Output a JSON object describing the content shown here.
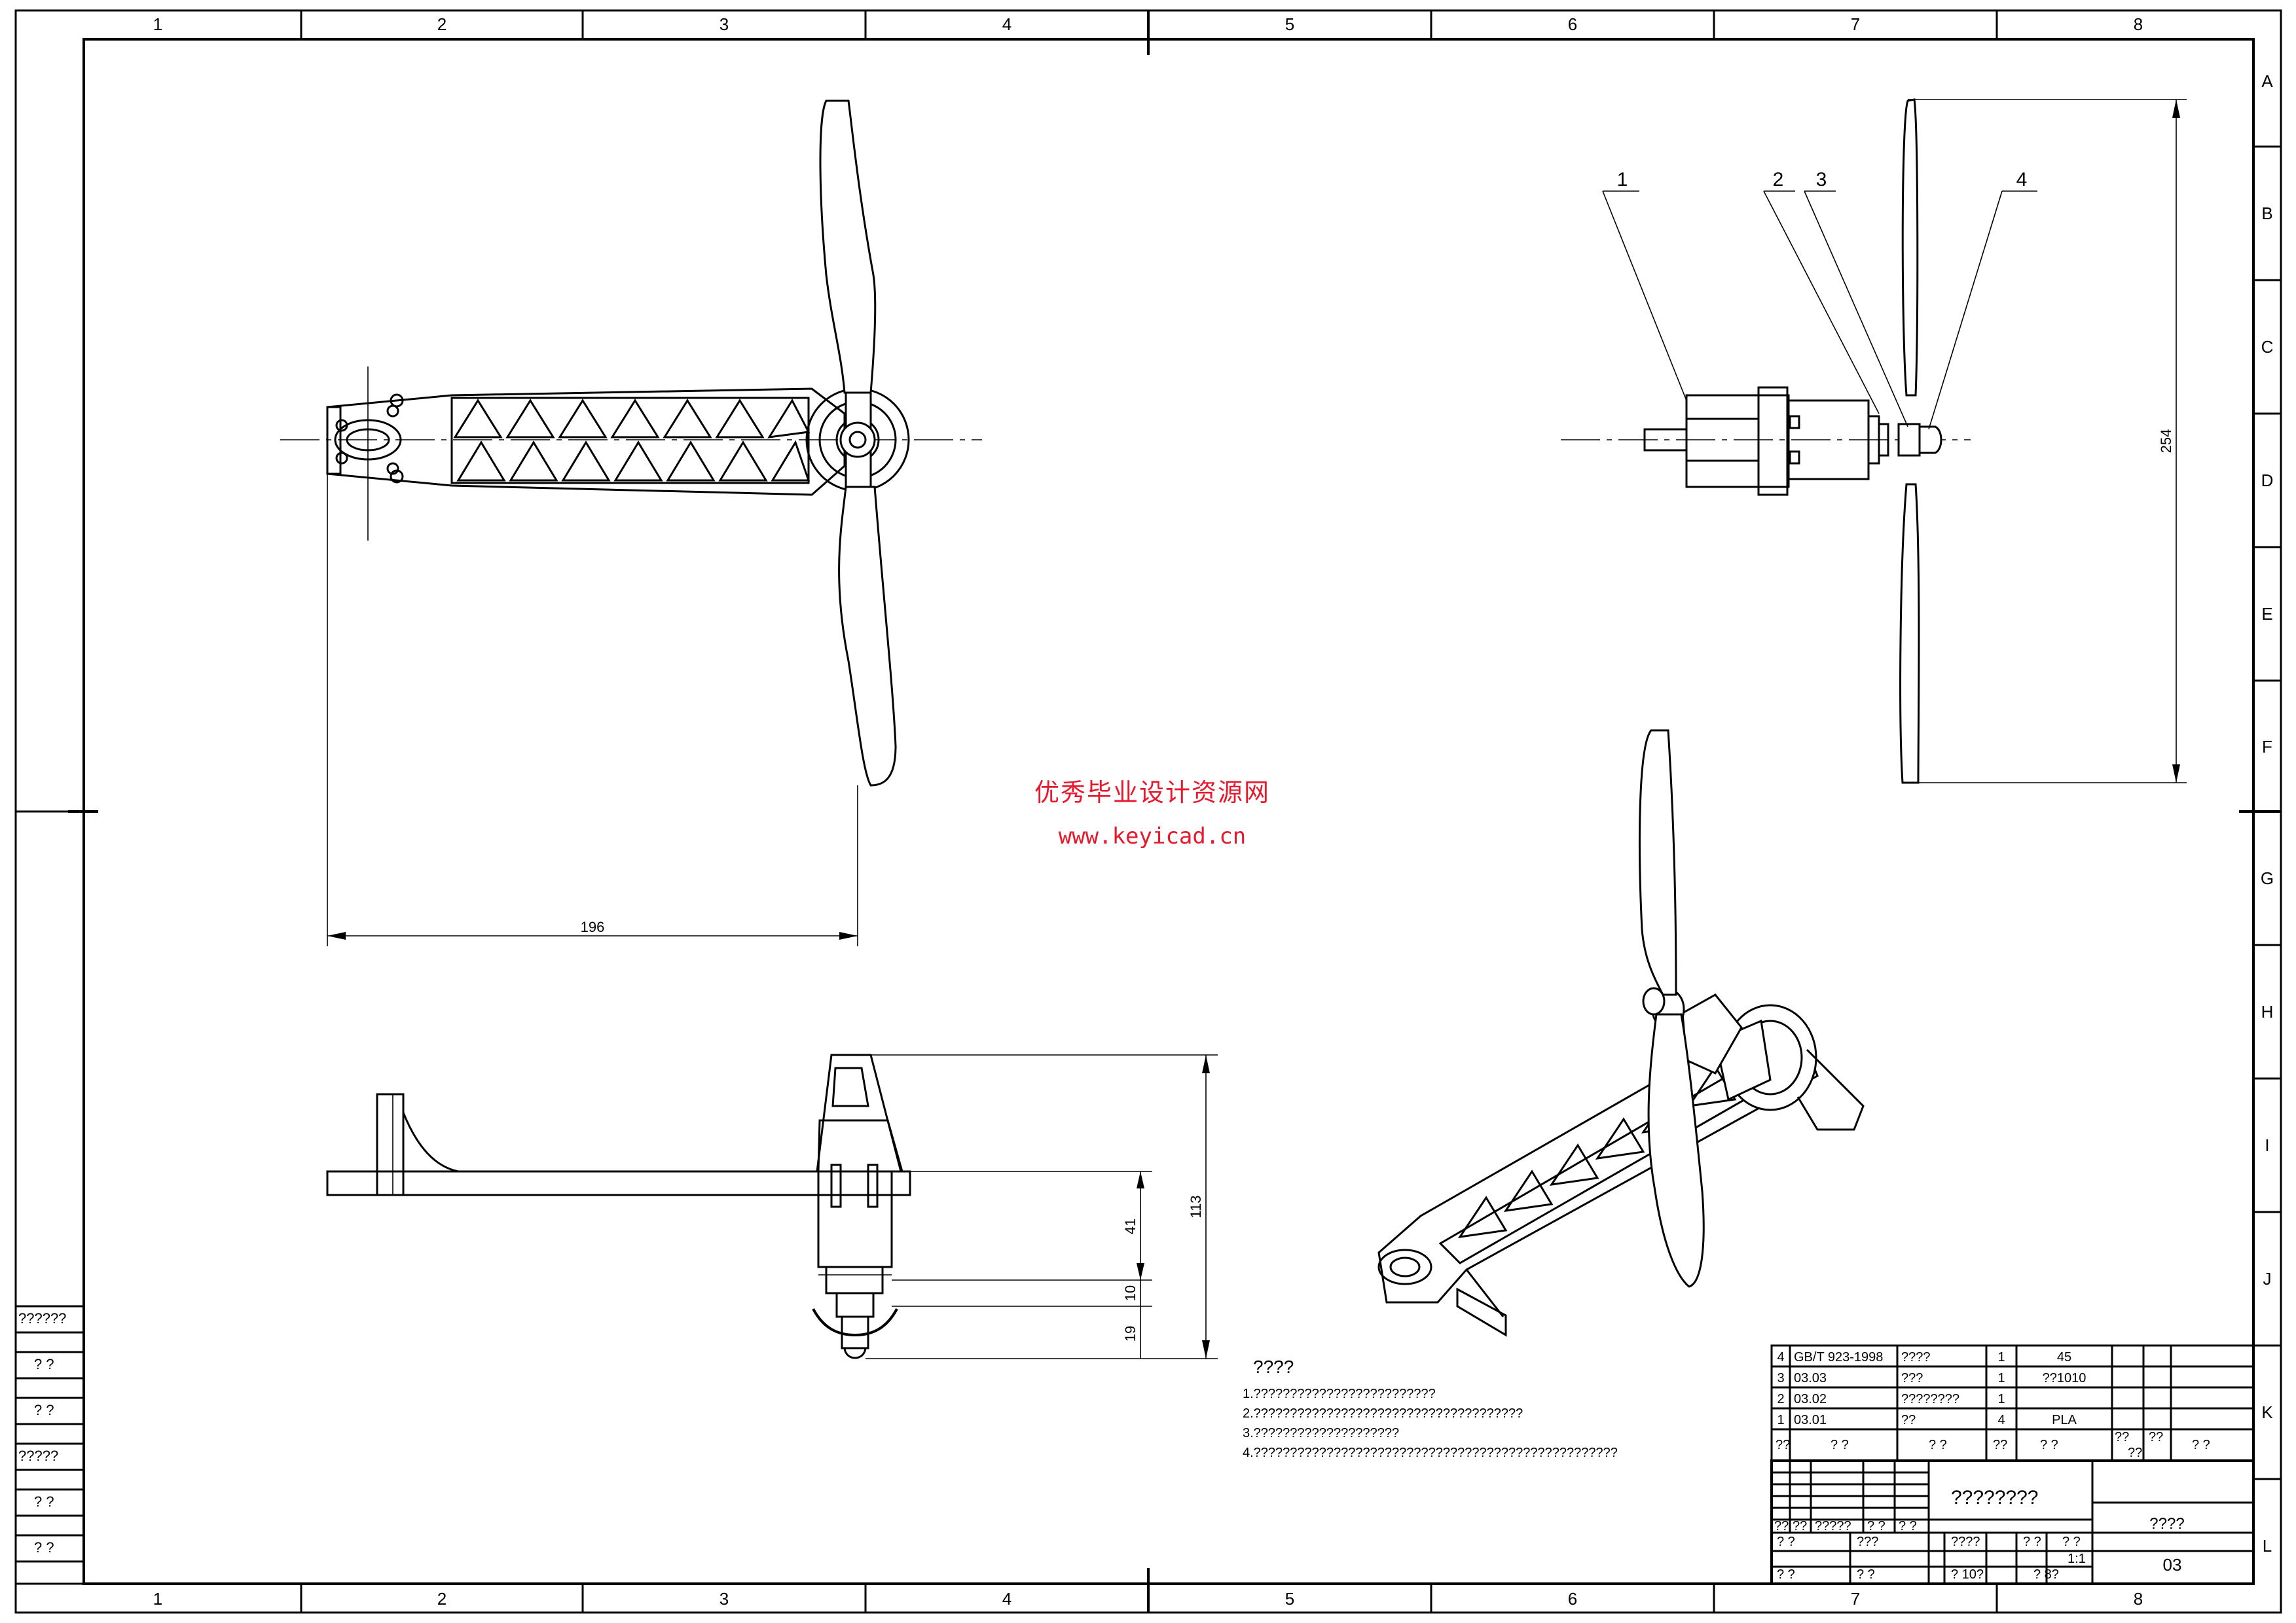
{
  "watermark": {
    "cn": "优秀毕业设计资源网",
    "url": "www.keyicad.cn"
  },
  "frame": {
    "col_labels": [
      "1",
      "2",
      "3",
      "4",
      "5",
      "6",
      "7",
      "8"
    ],
    "row_labels": [
      "A",
      "B",
      "C",
      "D",
      "E",
      "F",
      "G",
      "H",
      "I",
      "J",
      "K",
      "L"
    ]
  },
  "side_stamps": [
    "??????",
    "? ?",
    "? ?",
    "?????",
    "? ?",
    "? ?"
  ],
  "dimensions": {
    "top_view_length": "196",
    "propeller_span": "254",
    "height_total": "113",
    "h1": "41",
    "h2": "10",
    "h3": "19"
  },
  "balloons": [
    "1",
    "2",
    "3",
    "4"
  ],
  "notes": {
    "title": "????",
    "items": [
      "1.?????????????????????????",
      "2.?????????????????????????????????????",
      "3.????????????????????",
      "4.??????????????????????????????????????????????????"
    ]
  },
  "bom": [
    {
      "no": "4",
      "code": "GB/T 923-1998",
      "name": "????",
      "qty": "1",
      "material": "45"
    },
    {
      "no": "3",
      "code": "03.03",
      "name": "???",
      "qty": "1",
      "material": "??1010"
    },
    {
      "no": "2",
      "code": "03.02",
      "name": "????????",
      "qty": "1",
      "material": ""
    },
    {
      "no": "1",
      "code": "03.01",
      "name": "??",
      "qty": "4",
      "material": "PLA"
    }
  ],
  "bom_header": [
    "??",
    "? ?",
    "? ?",
    "??",
    "? ?",
    "??",
    "??",
    "??",
    "? ?"
  ],
  "title_block": {
    "drawing_name": "????????",
    "company": "????",
    "drawing_no": "03",
    "scale": "1:1",
    "row_a": [
      "??",
      "??",
      "?????",
      "? ?",
      "? ?"
    ],
    "row_b": [
      "? ?",
      "???",
      "????",
      "? ?",
      "? ?"
    ],
    "row_c": [
      "? ?",
      "? ?",
      "? 10?",
      "? 8?"
    ]
  }
}
